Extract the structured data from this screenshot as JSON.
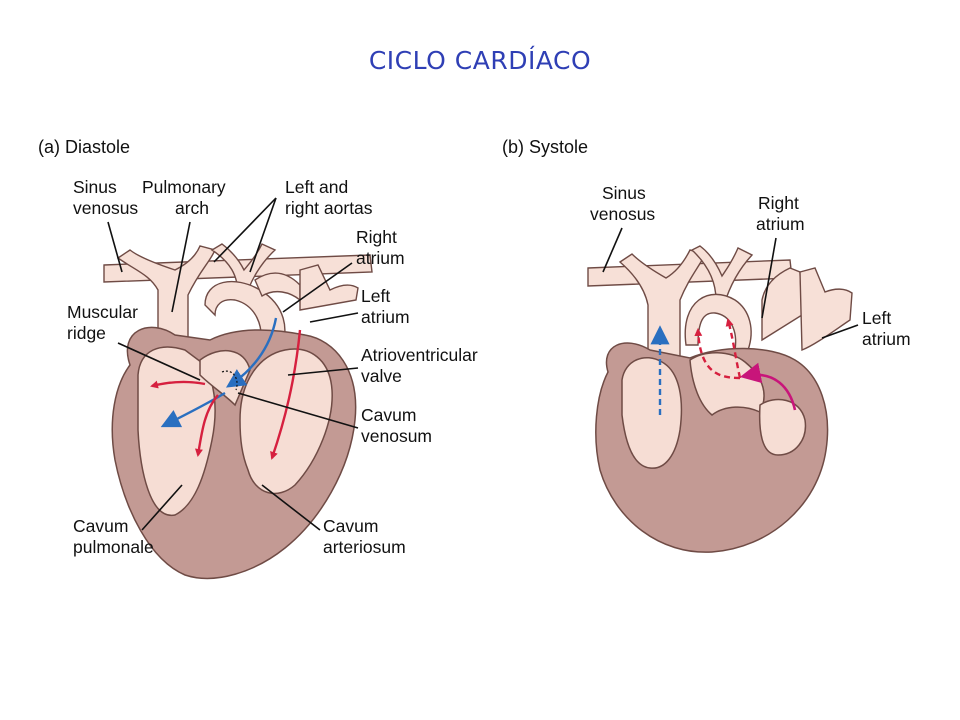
{
  "title": "CICLO CARDÍACO",
  "panels": [
    {
      "label": "(a) Diastole",
      "labels": {
        "sinus_venosus": [
          "Sinus",
          "venosus"
        ],
        "pulmonary_arch": [
          "Pulmonary",
          "arch"
        ],
        "aortas": [
          "Left and",
          "right aortas"
        ],
        "right_atrium": [
          "Right",
          "atrium"
        ],
        "left_atrium": [
          "Left",
          "atrium"
        ],
        "muscular_ridge": [
          "Muscular",
          "ridge"
        ],
        "av_valve": [
          "Atrioventricular",
          "valve"
        ],
        "cavum_venosum": [
          "Cavum",
          "venosum"
        ],
        "cavum_pulmonale": [
          "Cavum",
          "pulmonale"
        ],
        "cavum_arteriosum": [
          "Cavum",
          "arteriosum"
        ]
      }
    },
    {
      "label": "(b) Systole",
      "labels": {
        "sinus_venosus": [
          "Sinus",
          "venosus"
        ],
        "right_atrium": [
          "Right",
          "atrium"
        ],
        "left_atrium": [
          "Left",
          "atrium"
        ]
      }
    }
  ],
  "colors": {
    "title": "#2f3fb5",
    "oxygenated_flow": "#d6203f",
    "deoxygenated_flow": "#2a6fc0",
    "systole_flow": "#c8157a",
    "heart_wall": "#c39a94",
    "chamber": "#f6ddd4"
  }
}
